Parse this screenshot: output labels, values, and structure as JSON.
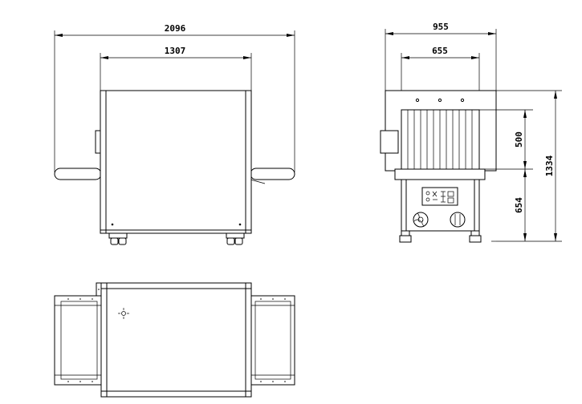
{
  "drawing": {
    "line_color": "#000000",
    "background": "#ffffff"
  },
  "front_view": {
    "overall_width": "2096",
    "body_width": "1307"
  },
  "side_view": {
    "overall_depth": "955",
    "tunnel_width": "655",
    "tunnel_height": "500",
    "table_height": "654",
    "overall_height": "1334"
  },
  "icons": [
    "crosshair-icon",
    "fan-icon"
  ]
}
